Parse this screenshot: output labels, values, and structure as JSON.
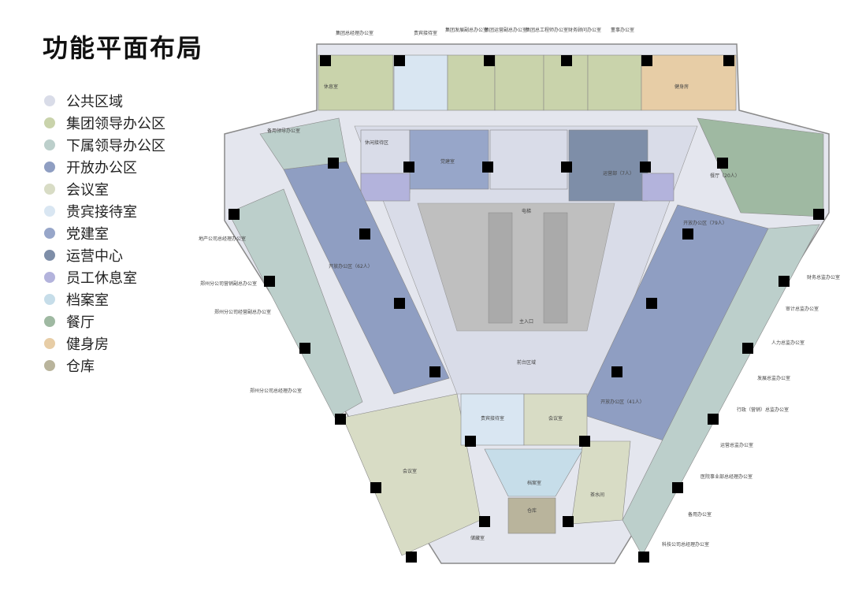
{
  "title": "功能平面布局",
  "legend": [
    {
      "label": "公共区域",
      "color": "#d9dce8"
    },
    {
      "label": "集团领导办公区",
      "color": "#c9d3ab"
    },
    {
      "label": "下属领导办公区",
      "color": "#bccfcb"
    },
    {
      "label": "开放办公区",
      "color": "#8f9ec2"
    },
    {
      "label": "会议室",
      "color": "#d8dcc5"
    },
    {
      "label": "贵宾接待室",
      "color": "#d9e6f2"
    },
    {
      "label": "党建室",
      "color": "#97a6c9"
    },
    {
      "label": "运营中心",
      "color": "#7e8ea8"
    },
    {
      "label": "员工休息室",
      "color": "#b3b3dc"
    },
    {
      "label": "档案室",
      "color": "#c6dde9"
    },
    {
      "label": "餐厅",
      "color": "#9fb9a2"
    },
    {
      "label": "健身房",
      "color": "#e7cda6"
    },
    {
      "label": "仓库",
      "color": "#b9b49c"
    }
  ],
  "rooms": {
    "top1": "集团总经理办公室",
    "top2": "贵宾接待室",
    "top3": "集团发展副总办公室",
    "top4": "集团运营副总办公室",
    "top5": "集团总工程师办公室",
    "top6": "财务顾问办公室",
    "top7": "董事办公室",
    "rest": "休息室",
    "gym": "健身房",
    "lounge": "休闲接待区",
    "party": "党建室",
    "ops": "运营部（7人）",
    "dining": "餐厅（20人）",
    "openleft": "开放办公区（62人）",
    "openright": "开放办公区（79人）",
    "openlower": "开放办公区（41人）",
    "lobby": "前台区域",
    "vip": "贵宾接待室",
    "meeting": "会议室",
    "bigmeeting": "会议室",
    "archive": "档案室",
    "store": "仓库",
    "pantry": "茶水间",
    "reserve": "储藏室",
    "left1": "备用领导办公室",
    "left2": "地产公司总经理办公室",
    "left3": "郑州分公司营销副总办公室",
    "left4": "郑州分公司经营副总办公室",
    "left5": "郑州分公司总经理办公室",
    "right1": "财务总监办公室",
    "right2": "审计总监办公室",
    "right3": "人力总监办公室",
    "right4": "发展总监办公室",
    "right5": "行政（营销）总监办公室",
    "right6": "运营总监办公室",
    "right7": "医院事业部总经理办公室",
    "right8": "备用办公室",
    "right9": "科技公司总经理办公室",
    "entrance": "主入口",
    "core": "电梯"
  }
}
